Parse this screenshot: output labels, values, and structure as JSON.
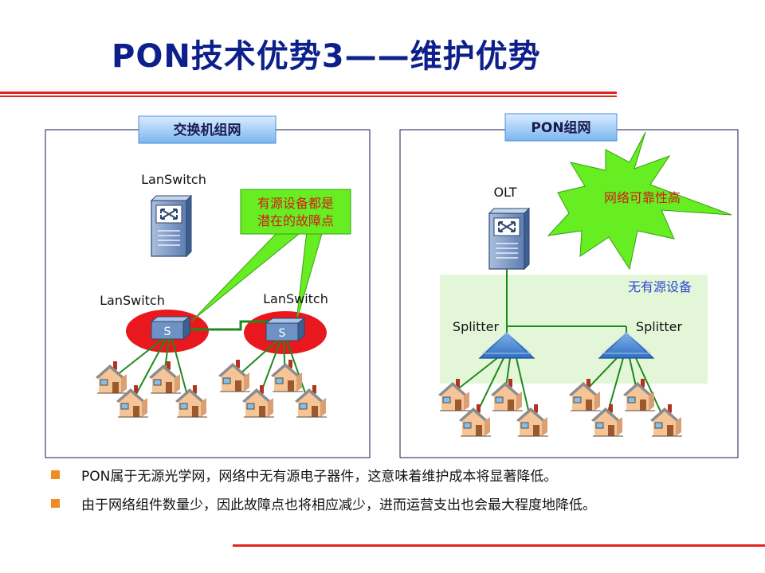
{
  "slide": {
    "title": "PON技术优势3——维护优势",
    "colors": {
      "title": "#0c1f8a",
      "accent_red": "#e0261d",
      "callout_green": "#66ee22",
      "passive_zone": "#e4f6d8",
      "bullet": "#f08c1e"
    }
  },
  "switch_panel": {
    "header": "交换机组网",
    "top_switch_label": "LanSwitch",
    "left_switch_label": "LanSwitch",
    "right_switch_label": "LanSwitch",
    "callout": [
      "有源设备都是",
      "潜在的故障点"
    ],
    "switch_glyph": "S"
  },
  "pon_panel": {
    "header": "PON组网",
    "olt_label": "OLT",
    "burst": "网络可靠性高",
    "passive_label": "无有源设备",
    "left_splitter_label": "Splitter",
    "right_splitter_label": "Splitter"
  },
  "bullets": [
    "PON属于无源光学网，网络中无有源电子器件，这意味着维护成本将显著降低。",
    "由于网络组件数量少，因此故障点也将相应减少，进而运营支出也会最大程度地降低。"
  ]
}
